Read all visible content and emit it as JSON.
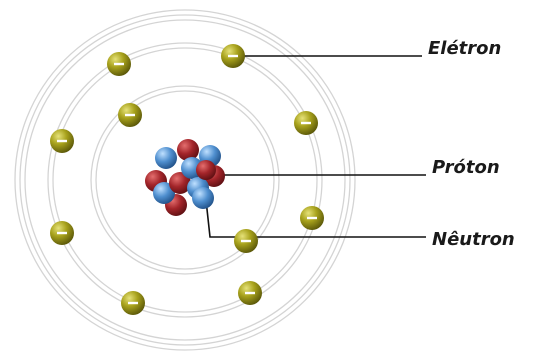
{
  "labels": {
    "electron": "Elétron",
    "proton": "Próton",
    "neutron": "Nêutron"
  },
  "colors": {
    "electron": "#8f8a16",
    "proton": "#a3252a",
    "neutron": "#4f8fcf",
    "orbit": "#d2d2d2",
    "leader": "#111111"
  },
  "electron_sign": "−"
}
